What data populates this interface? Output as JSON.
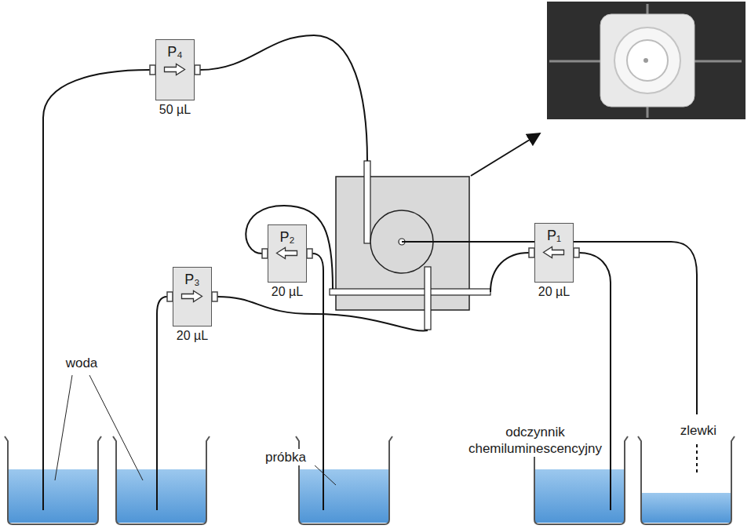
{
  "diagram": {
    "nodes": [
      {
        "text": [
          "P₄",
          "50 µL"
        ]
      },
      {
        "text": [
          "P₂",
          "20 µL"
        ]
      },
      {
        "text": [
          "P₁",
          "20 µL"
        ]
      },
      {
        "text": [
          "P₃",
          "20 µL"
        ]
      }
    ],
    "labels": [
      "woda",
      "próbka",
      "odczynnik chemiluminescencyjny",
      "zlewki"
    ]
  }
}
